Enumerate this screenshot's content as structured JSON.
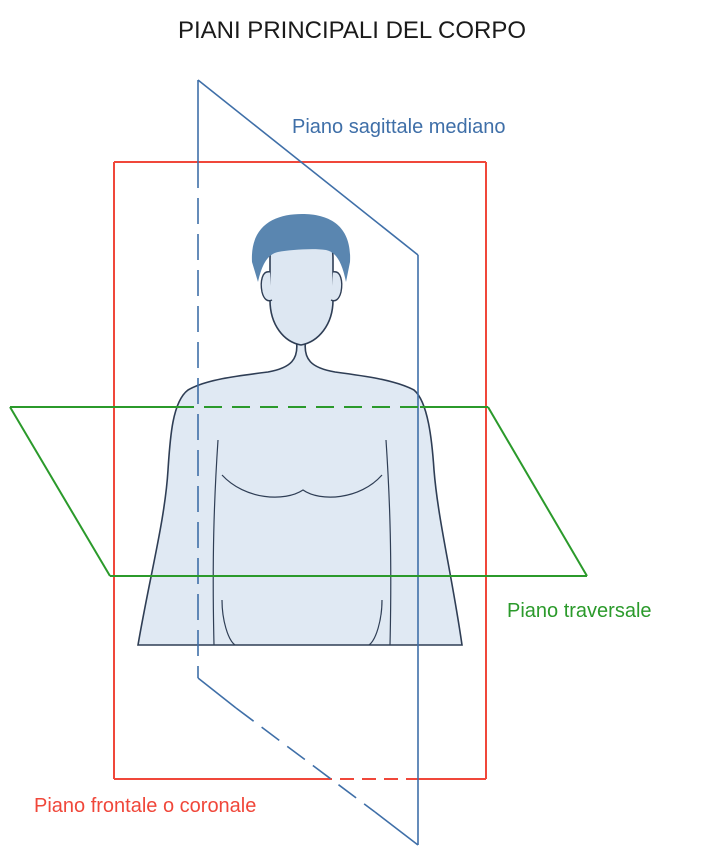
{
  "title": "PIANI PRINCIPALI DEL CORPO",
  "labels": {
    "sagittal": "Piano sagittale mediano",
    "transverse": "Piano traversale",
    "frontal": "Piano frontale o coronale"
  },
  "colors": {
    "title": "#1a1a1a",
    "sagittal": "#3f6fa8",
    "transverse": "#2b9a2b",
    "frontal": "#f0473a",
    "head": "#5a86b0",
    "body_fill": "#dde7f2",
    "body_outline": "#2f3e55"
  }
}
